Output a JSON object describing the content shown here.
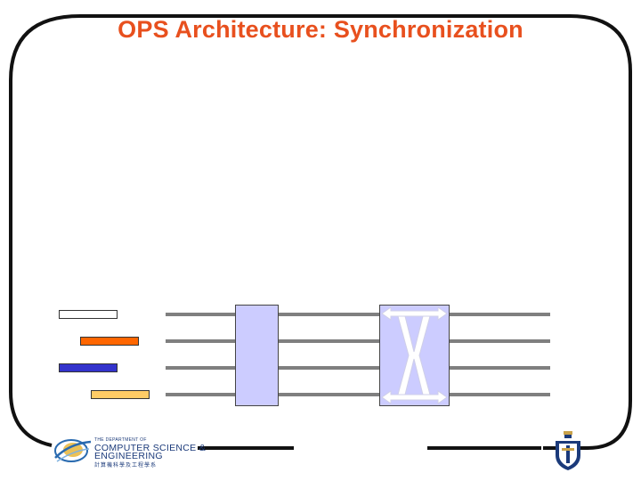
{
  "slide": {
    "title": "OPS Architecture: Synchronization"
  },
  "packets": [
    {
      "name": "packet-white",
      "color": "#ffffff"
    },
    {
      "name": "packet-orange",
      "color": "#ff6600"
    },
    {
      "name": "packet-blue",
      "color": "#3333cc"
    },
    {
      "name": "packet-yellow",
      "color": "#ffcc66"
    }
  ],
  "logo": {
    "line1": "THE DEPARTMENT OF",
    "line2": "COMPUTER SCIENCE &",
    "line3": "ENGINEERING",
    "line4": "計算機科學及工程學系"
  },
  "colors": {
    "title": "#e8501e",
    "frame": "#111111",
    "component_fill": "#ccccff",
    "fiber": "#7f7f7f"
  }
}
